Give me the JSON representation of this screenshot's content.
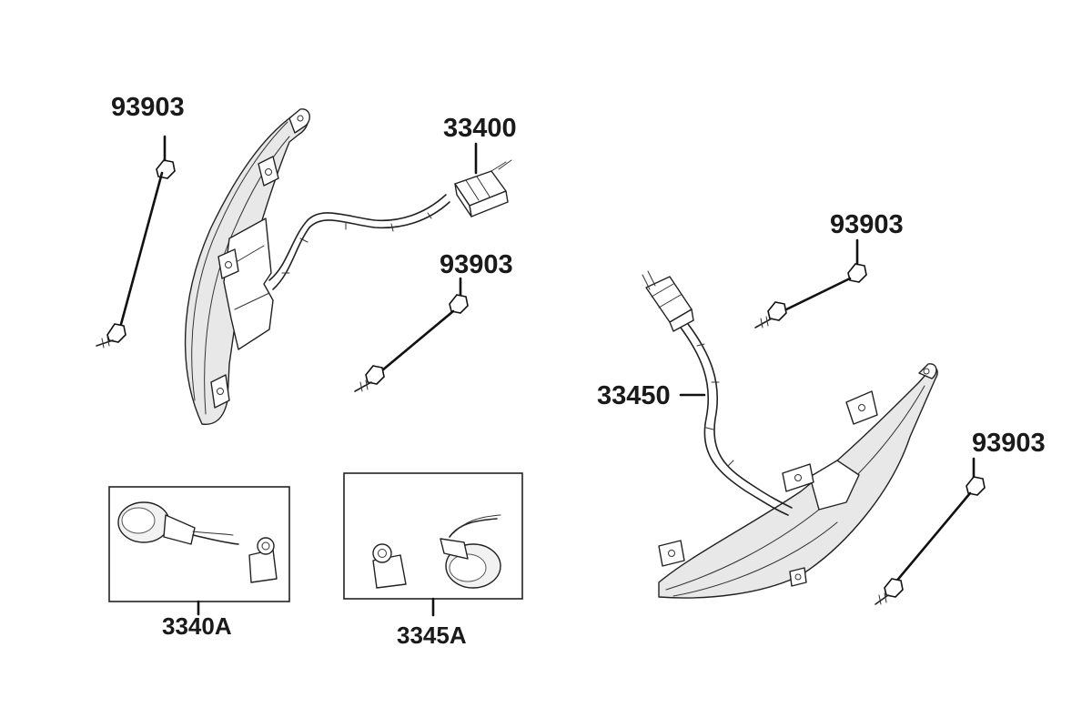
{
  "labels": {
    "screw_top_left": "93903",
    "connector_left": "33400",
    "screw_mid_left": "93903",
    "screw_top_right": "93903",
    "lamp_right": "33450",
    "screw_bottom_right": "93903",
    "kit_left": "3340A",
    "kit_right": "3345A"
  }
}
